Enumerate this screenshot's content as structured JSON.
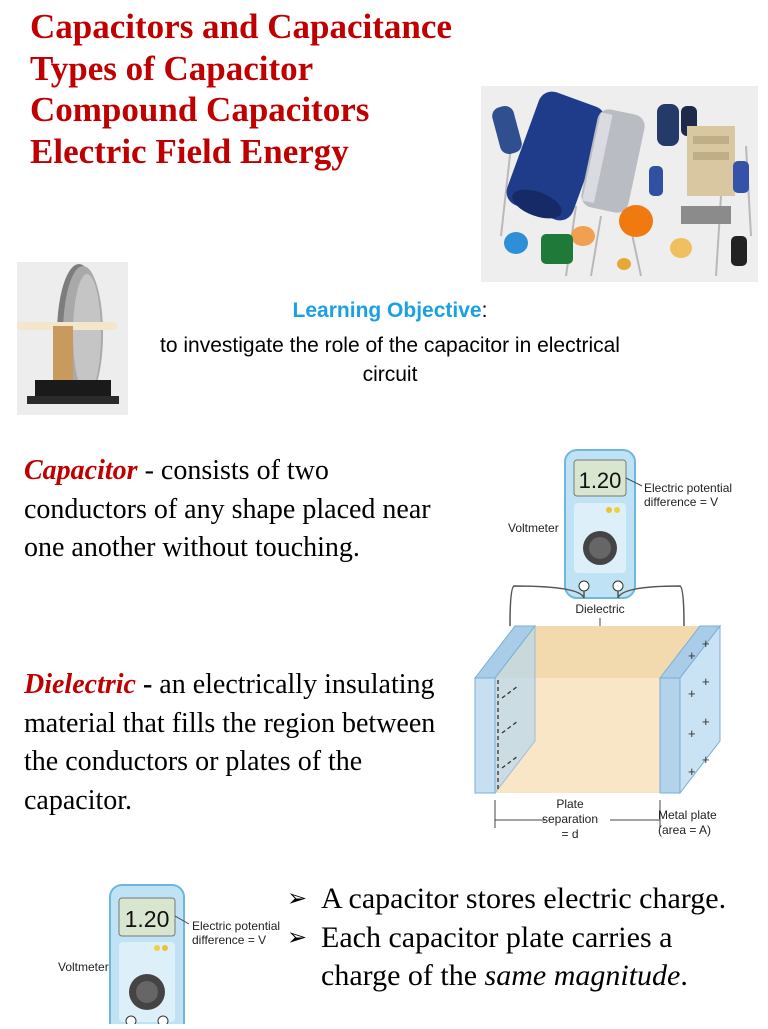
{
  "title_lines": [
    "Capacitors and Capacitance",
    "Types of Capacitor",
    "Compound Capacitors",
    "Electric Field Energy"
  ],
  "learning_objective": {
    "label": "Learning Objective",
    "colon": ":",
    "text": "to investigate the role of the capacitor in electrical circuit"
  },
  "definitions": [
    {
      "term": "Capacitor",
      "text": " - consists of two conductors of any shape placed near one another without touching."
    },
    {
      "term": "Dielectric",
      "sep": " - ",
      "text": "an electrically insulating material that fills the region between the conductors or plates of the capacitor."
    }
  ],
  "diagram": {
    "display": "1.20",
    "voltmeter": "Voltmeter",
    "potential_line1": "Electric potential",
    "potential_line2": "difference = V",
    "dielectric": "Dielectric",
    "plate_sep_1": "Plate",
    "plate_sep_2": "separation",
    "plate_sep_3": "= d",
    "metal_plate_1": "Metal plate",
    "metal_plate_2": "(area = A)"
  },
  "bullets": {
    "b1": "A capacitor stores electric charge.",
    "b2_pre": "Each capacitor plate carries a charge of the ",
    "b2_em": "same magnitude",
    "b2_post": "."
  },
  "colors": {
    "title": "#c00000",
    "objective": "#1ba1e2",
    "term": "#c00000"
  }
}
